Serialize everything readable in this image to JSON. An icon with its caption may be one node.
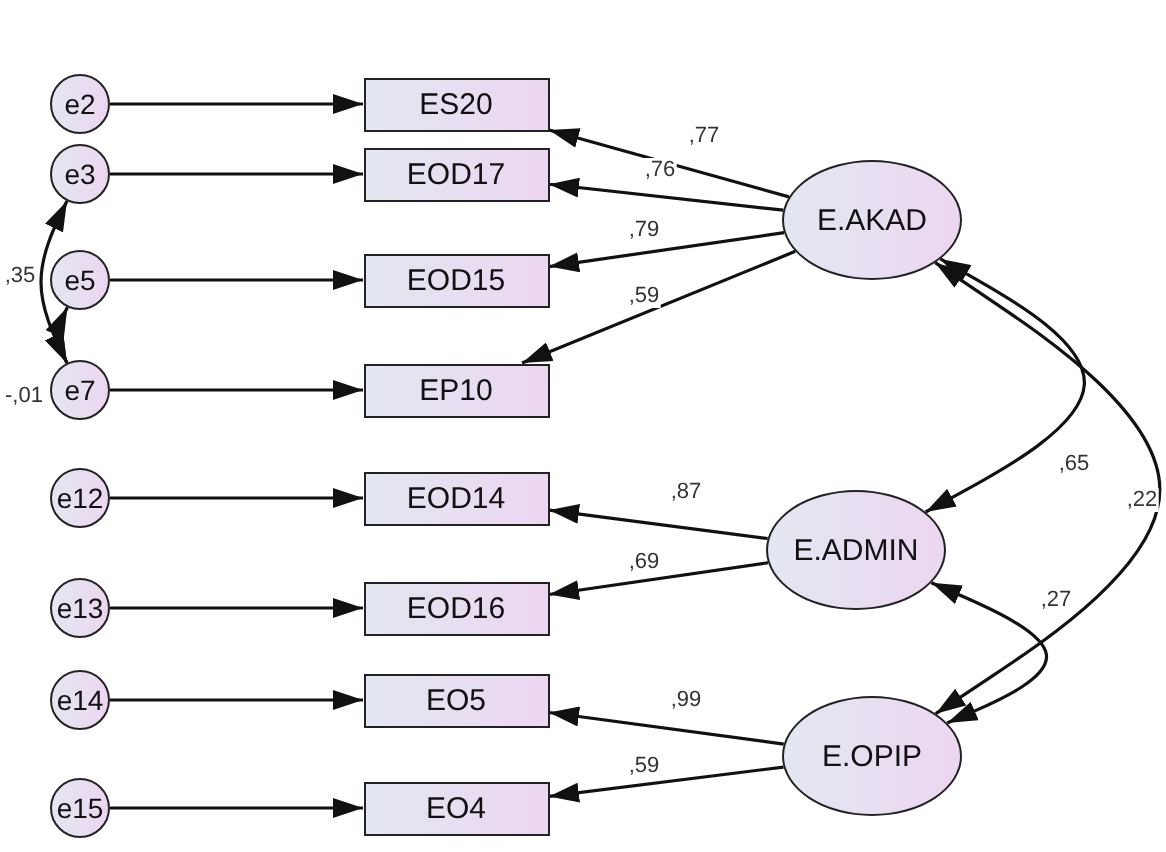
{
  "diagram": {
    "nodes": [
      {
        "text": [
          "e2"
        ]
      },
      {
        "text": [
          "ES20"
        ]
      },
      {
        "text": [
          "e3"
        ]
      },
      {
        "text": [
          "EOD17"
        ]
      },
      {
        "text": [
          "e5"
        ]
      },
      {
        "text": [
          "EOD15"
        ]
      },
      {
        "text": [
          "e7"
        ]
      },
      {
        "text": [
          "EP10"
        ]
      },
      {
        "text": [
          "e12"
        ]
      },
      {
        "text": [
          "EOD14"
        ]
      },
      {
        "text": [
          "e13"
        ]
      },
      {
        "text": [
          "EOD16"
        ]
      },
      {
        "text": [
          "e14"
        ]
      },
      {
        "text": [
          "EO5"
        ]
      },
      {
        "text": [
          "e15"
        ]
      },
      {
        "text": [
          "EO4"
        ]
      },
      {
        "text": [
          "E.AKAD"
        ]
      },
      {
        "text": [
          "E.ADMIN"
        ]
      },
      {
        "text": [
          "E.OPIP"
        ]
      }
    ],
    "edges": [
      {
        "from": 0,
        "to": 1,
        "arrow": "to"
      },
      {
        "from": 2,
        "to": 3,
        "arrow": "to"
      },
      {
        "from": 4,
        "to": 5,
        "arrow": "to"
      },
      {
        "from": 6,
        "to": 7,
        "arrow": "to"
      },
      {
        "from": 8,
        "to": 9,
        "arrow": "to"
      },
      {
        "from": 10,
        "to": 11,
        "arrow": "to"
      },
      {
        "from": 12,
        "to": 13,
        "arrow": "to"
      },
      {
        "from": 14,
        "to": 15,
        "arrow": "to"
      },
      {
        "from": 16,
        "to": 1,
        "arrow": "to",
        "label": ",77"
      },
      {
        "from": 16,
        "to": 3,
        "arrow": "to",
        "label": ",76"
      },
      {
        "from": 16,
        "to": 5,
        "arrow": "to",
        "label": ",79"
      },
      {
        "from": 16,
        "to": 7,
        "arrow": "to",
        "label": ",59"
      },
      {
        "from": 17,
        "to": 9,
        "arrow": "to",
        "label": ",87"
      },
      {
        "from": 17,
        "to": 11,
        "arrow": "to",
        "label": ",69"
      },
      {
        "from": 18,
        "to": 13,
        "arrow": "to",
        "label": ",99"
      },
      {
        "from": 18,
        "to": 15,
        "arrow": "to",
        "label": ",59"
      },
      {
        "from": 2,
        "to": 6,
        "arrow": "both",
        "label": ",35"
      },
      {
        "from": 4,
        "to": 6,
        "arrow": "both",
        "label": "-,01"
      },
      {
        "from": 16,
        "to": 17,
        "arrow": "both",
        "label": ",65"
      },
      {
        "from": 17,
        "to": 18,
        "arrow": "both",
        "label": ",27"
      },
      {
        "from": 16,
        "to": 18,
        "arrow": "both",
        "label": ",22"
      }
    ]
  }
}
